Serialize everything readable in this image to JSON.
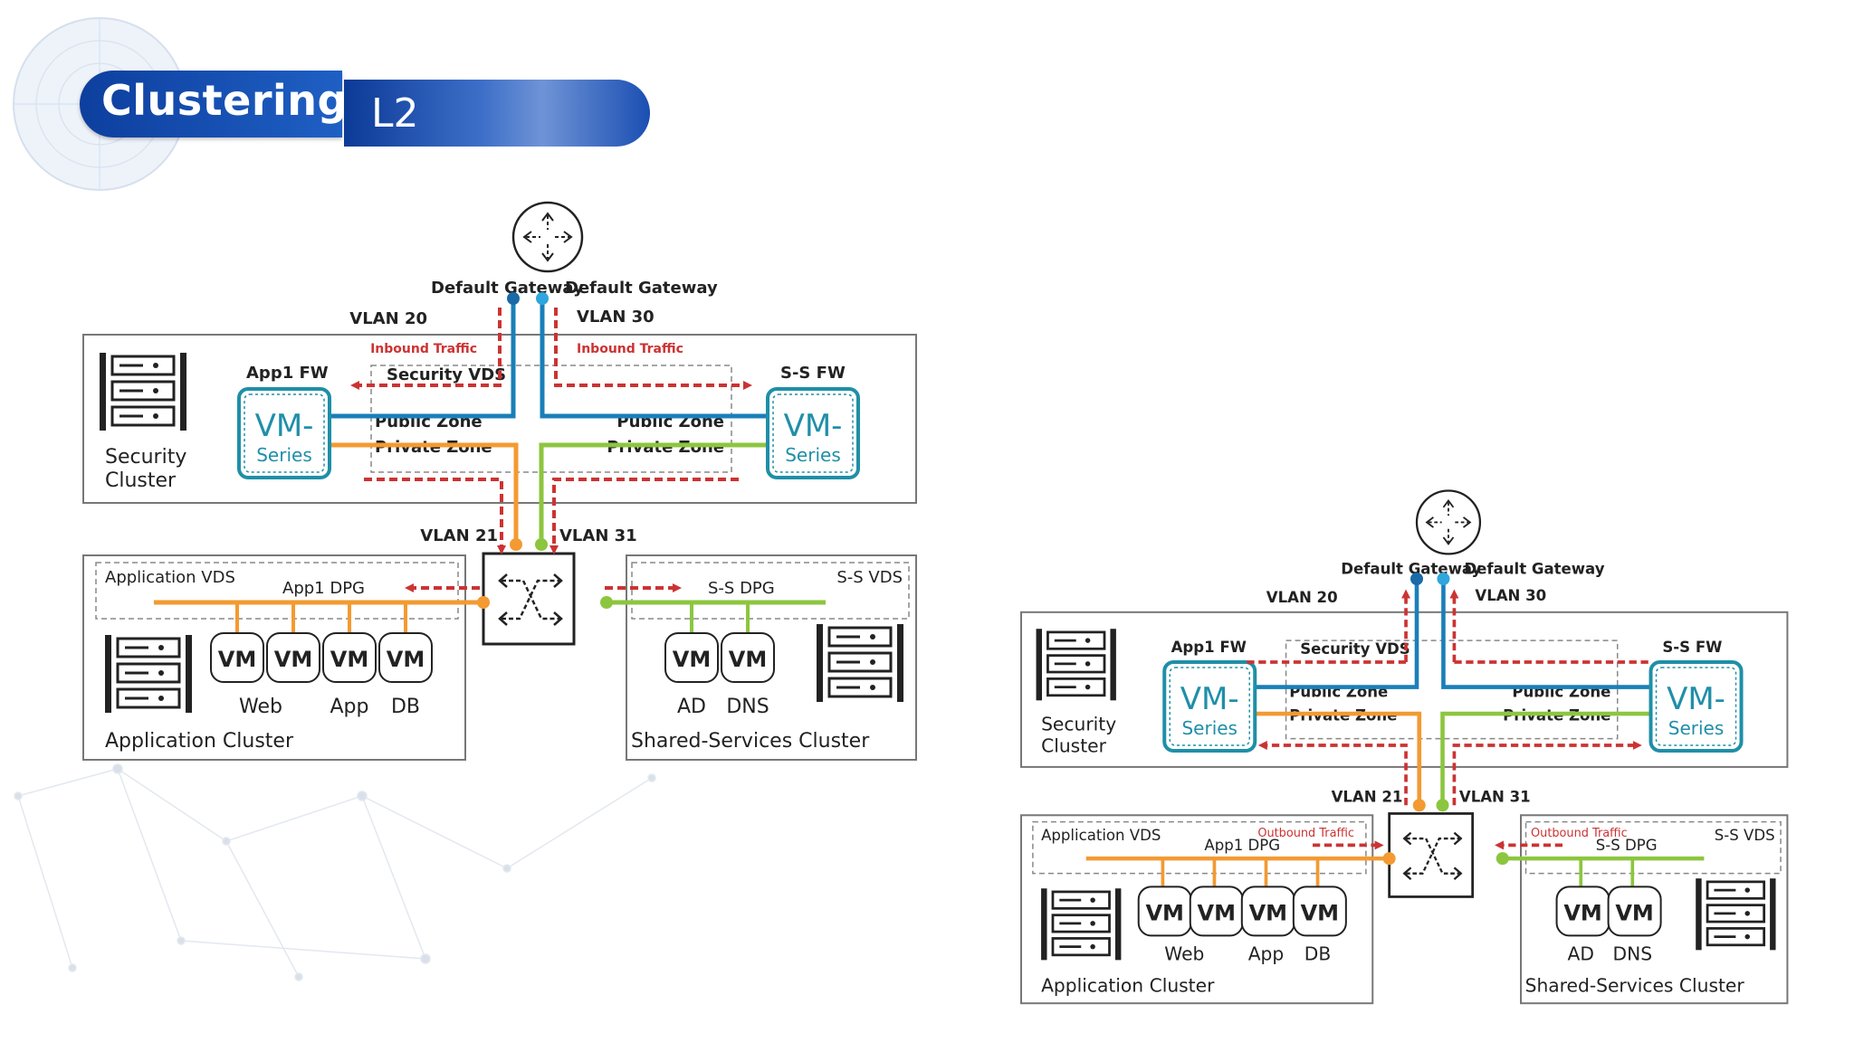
{
  "header": {
    "title": "Clustering",
    "subtitle": "L2"
  },
  "colors": {
    "public": "#1a7fb8",
    "private_app": "#f39a32",
    "private_ss": "#8cc63f",
    "traffic": "#cc3333",
    "vm_border": "#1f8fa8"
  },
  "labels": {
    "default_gateway": "Default Gateway",
    "vlan20": "VLAN 20",
    "vlan30": "VLAN 30",
    "vlan21": "VLAN 21",
    "vlan31": "VLAN 31",
    "inbound": "Inbound Traffic",
    "outbound": "Outbound Traffic",
    "app1_fw": "App1 FW",
    "ss_fw": "S-S FW",
    "security_vds": "Security VDS",
    "public_zone": "Public Zone",
    "private_zone": "Private Zone",
    "vm_main": "VM-",
    "vm_sub": "Series",
    "security_cluster_1": "Security",
    "security_cluster_2": "Cluster",
    "application_vds": "Application VDS",
    "app1_dpg": "App1 DPG",
    "ss_vds": "S-S VDS",
    "ss_dpg": "S-S DPG",
    "vm": "VM",
    "web": "Web",
    "app": "App",
    "db": "DB",
    "ad": "AD",
    "dns": "DNS",
    "application_cluster": "Application Cluster",
    "shared_services_cluster": "Shared-Services Cluster"
  }
}
